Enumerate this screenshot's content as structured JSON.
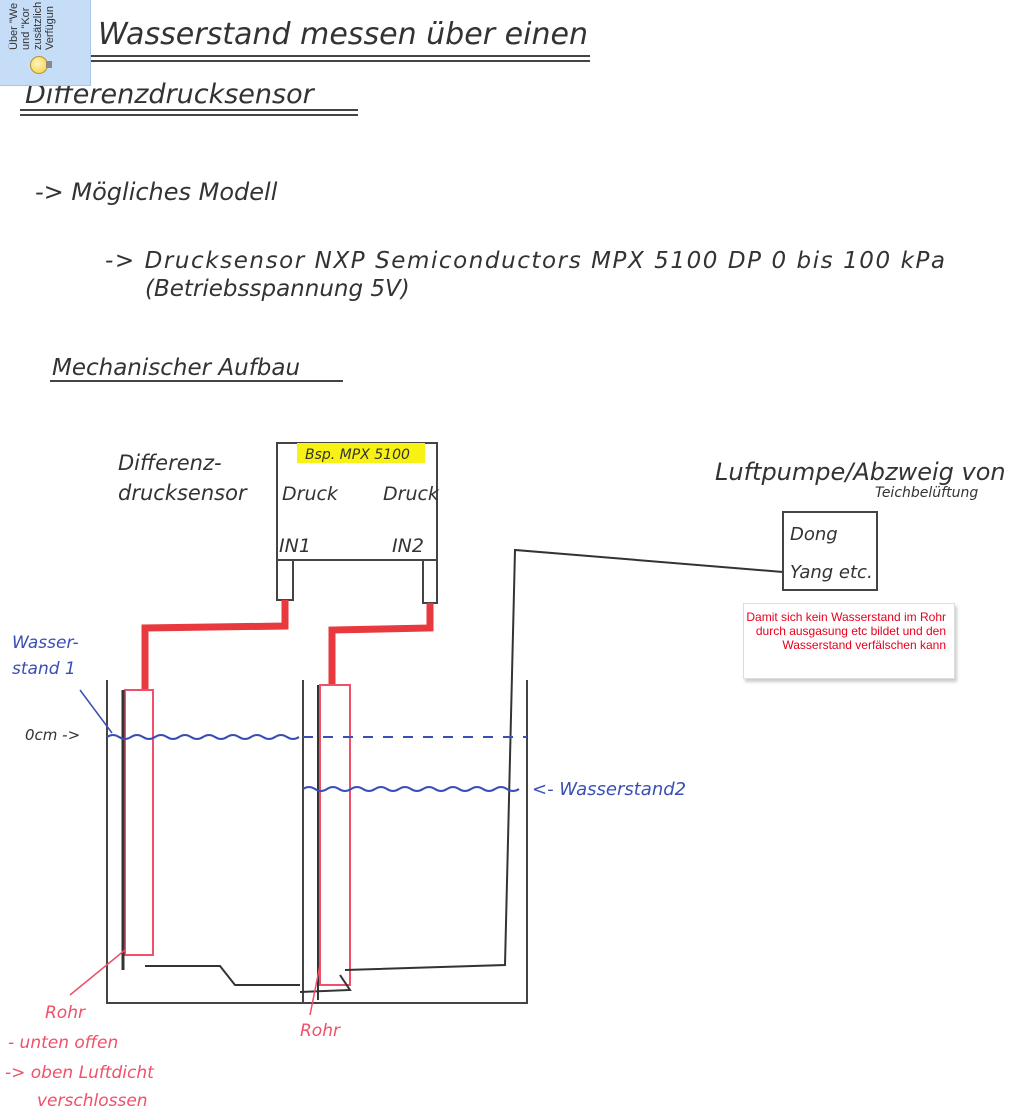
{
  "tooltip": {
    "lines": [
      "Über \"We",
      "und \"Kor",
      "zusätzlich",
      "Verfügun"
    ]
  },
  "title": {
    "line1": "Wasserstand messen über einen",
    "line2": "Differenzdrucksensor"
  },
  "notes": {
    "model_heading": "-> Mögliches Modell",
    "model_detail": "-> Drucksensor NXP Semiconductors MPX 5100 DP 0 bis 100 kPa",
    "model_voltage": "(Betriebsspannung 5V)",
    "section": "Mechanischer Aufbau"
  },
  "diagram": {
    "sensor_label_1": "Differenz-",
    "sensor_label_2": "drucksensor",
    "sensor_model": "Bsp. MPX 5100",
    "port_left_top": "Druck",
    "port_right_top": "Druck",
    "port_left": "IN1",
    "port_right": "IN2",
    "pump_label_1": "Luftpumpe/Abzweig von",
    "pump_label_2": "Teichbelüftung",
    "pump_box_1": "Dong",
    "pump_box_2": "Yang etc.",
    "water1_1": "Wasser-",
    "water1_2": "stand 1",
    "zero": "0cm ->",
    "water2": "<- Wasserstand2",
    "pipe_left": "Rohr",
    "pipe_note_1": "- unten offen",
    "pipe_note_2": "-> oben Luftdicht",
    "pipe_note_3": "verschlossen",
    "pipe_right": "Rohr"
  },
  "comment": {
    "text": "Damit sich kein Wasserstand im Rohr durch ausgasung etc bildet und den Wasserstand verfälschen kann"
  },
  "colors": {
    "ink": "#333333",
    "blue": "#3a4fb5",
    "red": "#f0506a",
    "highlight": "#f7f213"
  }
}
